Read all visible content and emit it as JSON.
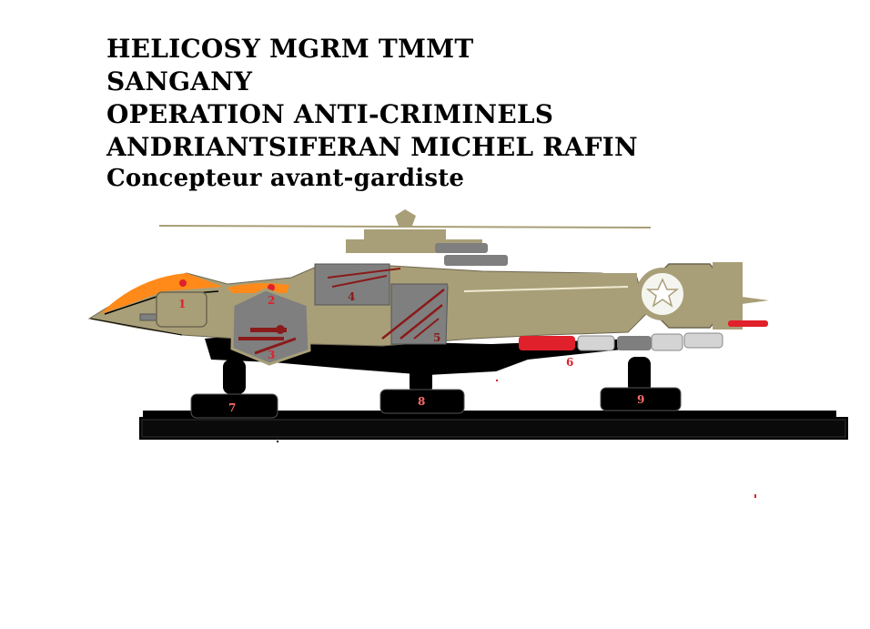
{
  "title": {
    "line1": "HELICOSY MGRM TMMT",
    "line2": "SANGANY",
    "line3": "OPERATION ANTI-CRIMINELS",
    "line4": "ANDRIANTSIFERAN MICHEL RAFIN",
    "subtitle": "Concepteur avant-gardiste"
  },
  "labels": {
    "l1": "1",
    "l2": "2",
    "l3": "3",
    "l4": "4",
    "l5": "5",
    "l6": "6",
    "l7": "7",
    "l8": "8",
    "l9": "9"
  },
  "colors": {
    "body": "#a89f78",
    "canopy": "#ff8a1a",
    "panel": "#7f7f7f",
    "weapon": "#8b1a1a",
    "label_red": "#e0202a",
    "label_light": "#ff6b6b",
    "black": "#000000"
  }
}
